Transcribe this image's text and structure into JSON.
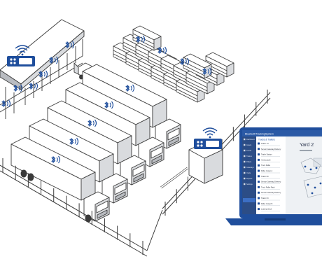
{
  "colors": {
    "line": "#3a3a3a",
    "fill": "#ffffff",
    "shade": "#d9dbde",
    "shade_dark": "#b9bcc1",
    "bluetooth": "#1f4e9c",
    "wifi": "#1f4e9c",
    "device": "#1f4e9c",
    "device_screen": "#ffffff",
    "laptop_body": "#1f4e9c",
    "app_sidebar": "#2c4d86",
    "app_header": "#2b5aa6",
    "app_bg": "#f4f6f9"
  },
  "icons": {
    "bluetooth": "bluetooth-icon",
    "wifi": "wifi-icon",
    "gateway": "gateway-device-icon"
  },
  "laptop": {
    "logo": "BluetoothTrackingSystem",
    "list_header": "Trucks & Trailers",
    "panel_title": "Yard 2",
    "nav_items": [
      "Dashboard",
      "Assets",
      "Trucks",
      "Trailers",
      "Pallets",
      "Gateways",
      "Yards",
      "Reports",
      "Settings"
    ],
    "list_items": [
      "Trailer 14",
      "Sensor Gateway Delivery",
      "Trailer Station",
      "Yard Loader",
      "Truck Pallet",
      "Pallet Group A",
      "Trailer 09",
      "Sensor Gateway Delivery",
      "Truck Pallet Rack",
      "Sensor Gateway Delivery",
      "Trailer 03",
      "Pallet Group B",
      "Loading Dock"
    ]
  }
}
